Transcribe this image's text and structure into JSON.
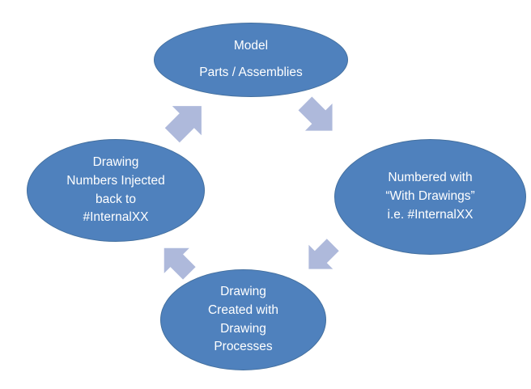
{
  "diagram": {
    "type": "cycle",
    "colors": {
      "node_fill": "#4F81BD",
      "node_border": "#44709F",
      "node_text": "#FFFFFF",
      "arrow_fill": "#AEB9DB",
      "background": "#FFFFFF"
    },
    "nodes": {
      "top": {
        "lines": [
          "Model",
          "Parts / Assemblies"
        ]
      },
      "right": {
        "lines": [
          "Numbered with",
          "“With Drawings”",
          "i.e. #InternalXX"
        ]
      },
      "bottom": {
        "lines": [
          "Drawing",
          "Created with",
          "Drawing",
          "Processes"
        ]
      },
      "left": {
        "lines": [
          "Drawing",
          "Numbers Injected",
          "back to",
          "#InternalXX"
        ]
      }
    },
    "arrows": [
      {
        "name": "model-to-numbered",
        "direction": "down-right"
      },
      {
        "name": "numbered-to-drawing-created",
        "direction": "down-left"
      },
      {
        "name": "drawing-created-to-numbers-injected",
        "direction": "up-left"
      },
      {
        "name": "numbers-injected-to-model",
        "direction": "up-right"
      }
    ]
  }
}
